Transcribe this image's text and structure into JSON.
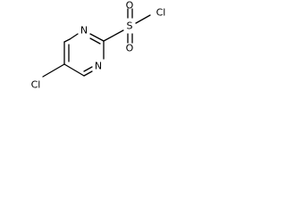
{
  "structure": {
    "atoms": {
      "n_top": "N",
      "n_bottom": "N",
      "sulfur": "S",
      "o_top": "O",
      "o_bottom": "O",
      "cl_sulfonyl": "Cl",
      "cl_ring": "Cl"
    },
    "colors": {
      "bond": "#000000",
      "background": "#ffffff"
    }
  }
}
